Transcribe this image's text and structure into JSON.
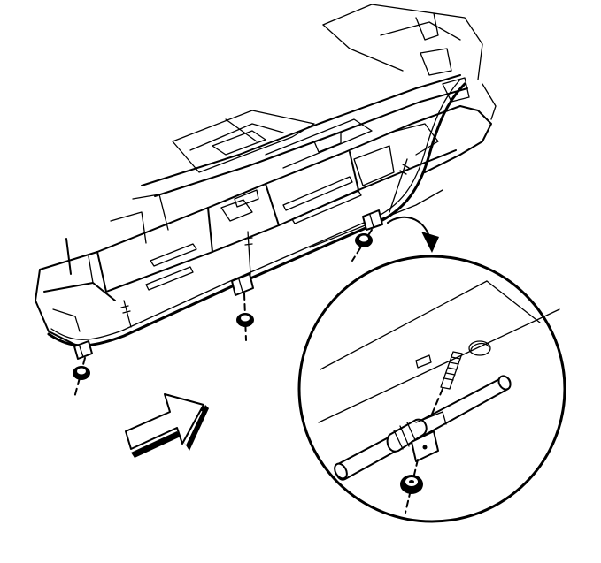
{
  "figure": {
    "background": "#ffffff",
    "line_color": "#000000",
    "icons": [
      "vehicle-underbody",
      "fuel-line",
      "retainer-clip",
      "push-nut",
      "detail-magnifier-circle",
      "front-direction-arrow"
    ]
  }
}
